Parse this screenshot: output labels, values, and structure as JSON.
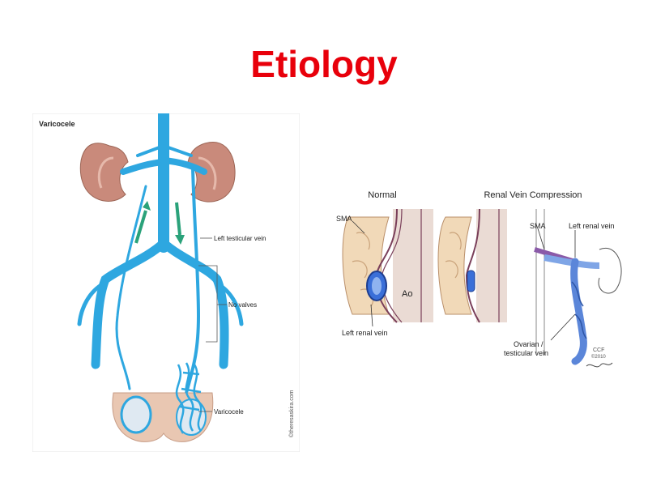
{
  "slide": {
    "title": "Etiology",
    "title_color": "#e8000b"
  },
  "left_figure": {
    "heading": "Varicocele",
    "labels": {
      "left_testicular_vein": "Left testicular vein",
      "no_valves": "No valves",
      "varicocele": "Varicocele"
    },
    "credit": "©theresaskira.com",
    "colors": {
      "vein": "#2ea7e0",
      "kidney": "#c98a7b",
      "arrow": "#2aa27a",
      "scrotum": "#e9c7b2"
    }
  },
  "right_figure": {
    "normal": {
      "heading": "Normal",
      "labels": {
        "sma": "SMA",
        "ao": "Ao",
        "left_renal_vein": "Left renal vein"
      }
    },
    "compression": {
      "heading": "Renal Vein Compression",
      "labels": {
        "sma": "SMA",
        "left_renal_vein": "Left renal vein",
        "ovarian_testicular_vein_line1": "Ovarian /",
        "ovarian_testicular_vein_line2": "testicular vein",
        "ccf_line1": "CCF",
        "ccf_line2": "©2010"
      }
    },
    "colors": {
      "vessel_fill": "#eadbd4",
      "vessel_stroke": "#7a3f5a",
      "renal_vein": "#3a6fd8",
      "sma_purple": "#8a5aa8"
    }
  }
}
